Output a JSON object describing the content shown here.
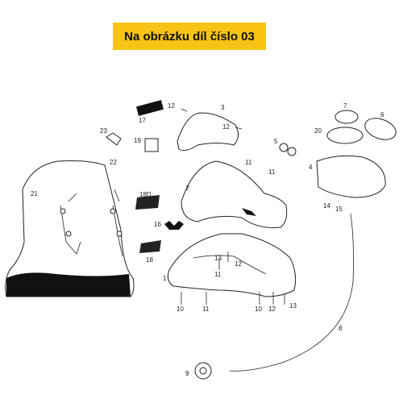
{
  "banner": {
    "text": "Na obrázku díl číslo 03",
    "color": "#f7c314"
  },
  "parts": [
    {
      "id": "l1",
      "text": "1"
    },
    {
      "id": "l2",
      "text": "2"
    },
    {
      "id": "l3",
      "text": "3"
    },
    {
      "id": "l4",
      "text": "4"
    },
    {
      "id": "l5",
      "text": "5"
    },
    {
      "id": "l6",
      "text": "6"
    },
    {
      "id": "l7",
      "text": "7"
    },
    {
      "id": "l8",
      "text": "8"
    },
    {
      "id": "l9",
      "text": "9"
    },
    {
      "id": "l10a",
      "text": "10"
    },
    {
      "id": "l10b",
      "text": "10"
    },
    {
      "id": "l11a",
      "text": "11"
    },
    {
      "id": "l11b",
      "text": "11"
    },
    {
      "id": "l11c",
      "text": "11"
    },
    {
      "id": "l11d",
      "text": "11"
    },
    {
      "id": "l12a",
      "text": "12"
    },
    {
      "id": "l12b",
      "text": "12"
    },
    {
      "id": "l12c",
      "text": "12"
    },
    {
      "id": "l12d",
      "text": "12"
    },
    {
      "id": "l13a",
      "text": "13"
    },
    {
      "id": "l13b",
      "text": "13"
    },
    {
      "id": "l14",
      "text": "14"
    },
    {
      "id": "l15",
      "text": "15"
    },
    {
      "id": "l16",
      "text": "16"
    },
    {
      "id": "l17",
      "text": "17"
    },
    {
      "id": "l18",
      "text": "18"
    },
    {
      "id": "l18d",
      "text": "18D"
    },
    {
      "id": "l19",
      "text": "19"
    },
    {
      "id": "l20",
      "text": "20"
    },
    {
      "id": "l21",
      "text": "21"
    },
    {
      "id": "l22",
      "text": "22"
    },
    {
      "id": "l23",
      "text": "23"
    }
  ]
}
